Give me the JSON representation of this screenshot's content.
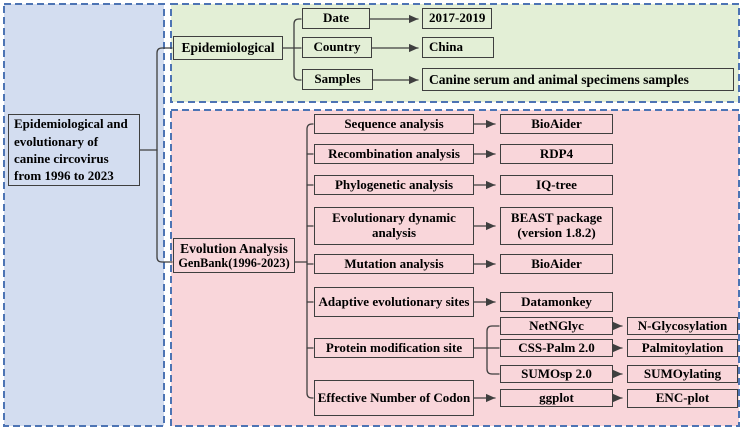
{
  "colors": {
    "panel_border": "#4d74b4",
    "blue_bg": "#d3ddf0",
    "green_bg": "#e3efd6",
    "pink_bg": "#f9d6da",
    "box_border": "#3f3f3f",
    "line": "#3f3f3f",
    "text": "#000000"
  },
  "root": {
    "label": "Epidemiological and\nevolutionary of\ncanine circovirus\nfrom 1996 to 2023"
  },
  "epidemiological": {
    "label": "Epidemiological",
    "rows": [
      {
        "field": "Date",
        "value": "2017-2019"
      },
      {
        "field": "Country",
        "value": "China"
      },
      {
        "field": "Samples",
        "value": "Canine serum and animal specimens samples"
      }
    ]
  },
  "evolution": {
    "label_line1": "Evolution Analysis",
    "label_line2": "GenBank(1996-2023)",
    "rows": [
      {
        "analysis": "Sequence analysis",
        "tool": "BioAider"
      },
      {
        "analysis": "Recombination analysis",
        "tool": "RDP4"
      },
      {
        "analysis": "Phylogenetic analysis",
        "tool": "IQ-tree"
      },
      {
        "analysis": "Evolutionary dynamic analysis",
        "tool": "BEAST package (version 1.8.2)"
      },
      {
        "analysis": "Mutation analysis",
        "tool": "BioAider"
      },
      {
        "analysis": "Adaptive evolutionary sites",
        "tool": "Datamonkey"
      },
      {
        "analysis": "Protein modification site",
        "tools": [
          {
            "tool": "NetNGlyc",
            "result": "N-Glycosylation"
          },
          {
            "tool": "CSS-Palm 2.0",
            "result": "Palmitoylation"
          },
          {
            "tool": "SUMOsp 2.0",
            "result": "SUMOylating"
          }
        ]
      },
      {
        "analysis": "Effective Number of Codon",
        "tool": "ggplot",
        "result": "ENC-plot"
      }
    ]
  }
}
